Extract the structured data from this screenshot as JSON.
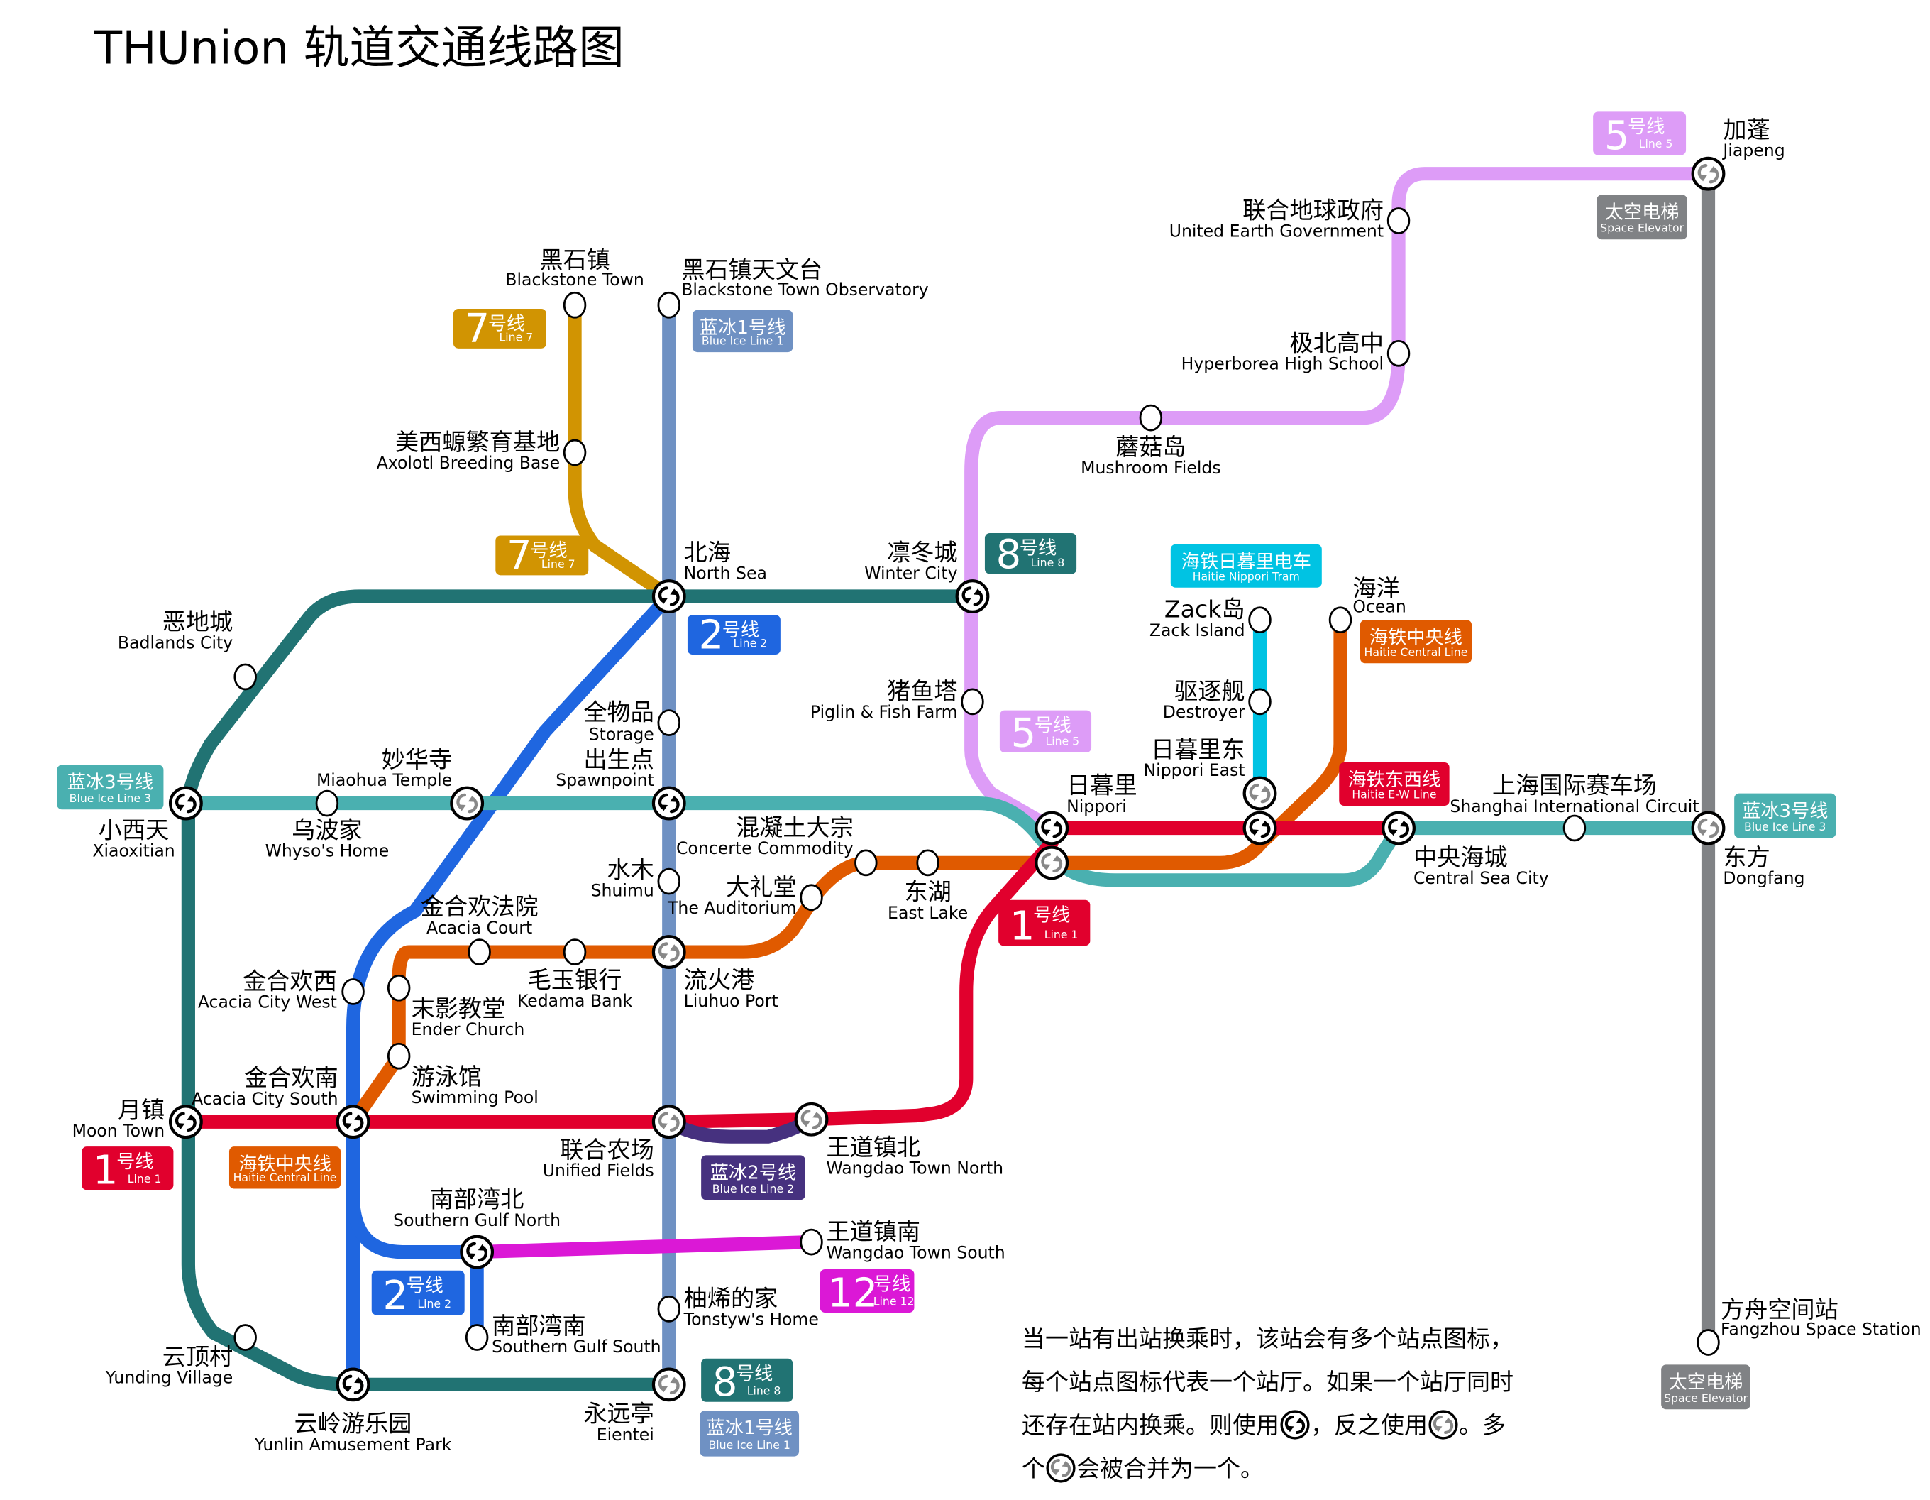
{
  "title": "THUnion 轨道交通线路图",
  "colors": {
    "line1": "#e1002d",
    "line2": "#1f66e0",
    "line5": "#dd9cf7",
    "line7": "#d19402",
    "line8": "#217373",
    "line12": "#db18d6",
    "blue_ice_1": "#6f91c3",
    "blue_ice_2": "#46317f",
    "blue_ice_3": "#4ab0b0",
    "haitie_central": "#e05a00",
    "haitie_ew": "#e1002d",
    "haitie_nippori_tram": "#00c3e3",
    "space_elevator": "#808285",
    "interchange_in": "#000000",
    "interchange_out": "#888888"
  },
  "badges": [
    {
      "id": "l7a",
      "num": "7",
      "zh": "号线",
      "en": "Line 7",
      "color": "#d19402"
    },
    {
      "id": "l7b",
      "num": "7",
      "zh": "号线",
      "en": "Line 7",
      "color": "#d19402"
    },
    {
      "id": "bi1a",
      "num": "",
      "zh": "蓝冰1号线",
      "en": "Blue Ice Line 1",
      "color": "#6f91c3"
    },
    {
      "id": "l2a",
      "num": "2",
      "zh": "号线",
      "en": "Line 2",
      "color": "#1f66e0"
    },
    {
      "id": "l8a",
      "num": "8",
      "zh": "号线",
      "en": "Line 8",
      "color": "#217373"
    },
    {
      "id": "l5a",
      "num": "5",
      "zh": "号线",
      "en": "Line 5",
      "color": "#dd9cf7"
    },
    {
      "id": "l5b",
      "num": "5",
      "zh": "号线",
      "en": "Line 5",
      "color": "#dd9cf7"
    },
    {
      "id": "se1",
      "num": "",
      "zh": "太空电梯",
      "en": "Space Elevator",
      "color": "#808285"
    },
    {
      "id": "se2",
      "num": "",
      "zh": "太空电梯",
      "en": "Space Elevator",
      "color": "#808285"
    },
    {
      "id": "tram",
      "num": "",
      "zh": "海铁日暮里电车",
      "en": "Haitie Nippori Tram",
      "color": "#00c3e3"
    },
    {
      "id": "hcl1",
      "num": "",
      "zh": "海铁中央线",
      "en": "Haitie Central Line",
      "color": "#e05a00"
    },
    {
      "id": "hcl2",
      "num": "",
      "zh": "海铁中央线",
      "en": "Haitie Central Line",
      "color": "#e05a00"
    },
    {
      "id": "hew",
      "num": "",
      "zh": "海铁东西线",
      "en": "Haitie E-W Line",
      "color": "#e1002d"
    },
    {
      "id": "bi3a",
      "num": "",
      "zh": "蓝冰3号线",
      "en": "Blue Ice Line 3",
      "color": "#4ab0b0"
    },
    {
      "id": "bi3b",
      "num": "",
      "zh": "蓝冰3号线",
      "en": "Blue Ice Line 3",
      "color": "#4ab0b0"
    },
    {
      "id": "l1a",
      "num": "1",
      "zh": "号线",
      "en": "Line 1",
      "color": "#e1002d"
    },
    {
      "id": "l1b",
      "num": "1",
      "zh": "号线",
      "en": "Line 1",
      "color": "#e1002d"
    },
    {
      "id": "bi2",
      "num": "",
      "zh": "蓝冰2号线",
      "en": "Blue Ice Line 2",
      "color": "#46317f"
    },
    {
      "id": "l2b",
      "num": "2",
      "zh": "号线",
      "en": "Line 2",
      "color": "#1f66e0"
    },
    {
      "id": "l12",
      "num": "12",
      "zh": "号线",
      "en": "Line 12",
      "color": "#db18d6"
    },
    {
      "id": "l8b",
      "num": "8",
      "zh": "号线",
      "en": "Line 8",
      "color": "#217373"
    },
    {
      "id": "bi1b",
      "num": "",
      "zh": "蓝冰1号线",
      "en": "Blue Ice Line 1",
      "color": "#6f91c3"
    }
  ],
  "stations": [
    {
      "id": "blackstone_town",
      "zh": "黑石镇",
      "en": "Blackstone Town",
      "type": "normal"
    },
    {
      "id": "blackstone_obs",
      "zh": "黑石镇天文台",
      "en": "Blackstone Town Observatory",
      "type": "normal"
    },
    {
      "id": "axolotl",
      "zh": "美西螈繁育基地",
      "en": "Axolotl Breeding Base",
      "type": "normal"
    },
    {
      "id": "north_sea",
      "zh": "北海",
      "en": "North Sea",
      "type": "interchange-in"
    },
    {
      "id": "winter_city",
      "zh": "凛冬城",
      "en": "Winter City",
      "type": "interchange-in"
    },
    {
      "id": "badlands",
      "zh": "恶地城",
      "en": "Badlands City",
      "type": "normal"
    },
    {
      "id": "storage",
      "zh": "全物品",
      "en": "Storage",
      "type": "normal"
    },
    {
      "id": "spawnpoint",
      "zh": "出生点",
      "en": "Spawnpoint",
      "type": "interchange-in"
    },
    {
      "id": "miaohua",
      "zh": "妙华寺",
      "en": "Miaohua Temple",
      "type": "interchange-out"
    },
    {
      "id": "xiaoxitian",
      "zh": "小西天",
      "en": "Xiaoxitian",
      "type": "interchange-in"
    },
    {
      "id": "whyso",
      "zh": "乌波家",
      "en": "Whyso's Home",
      "type": "normal"
    },
    {
      "id": "piglin",
      "zh": "猪鱼塔",
      "en": "Piglin & Fish Farm",
      "type": "normal"
    },
    {
      "id": "concrete",
      "zh": "混凝土大宗",
      "en": "Concerte Commodity",
      "type": "normal"
    },
    {
      "id": "shuimu",
      "zh": "水木",
      "en": "Shuimu",
      "type": "normal"
    },
    {
      "id": "auditorium",
      "zh": "大礼堂",
      "en": "The Auditorium",
      "type": "normal"
    },
    {
      "id": "east_lake",
      "zh": "东湖",
      "en": "East Lake",
      "type": "normal"
    },
    {
      "id": "acacia_court",
      "zh": "金合欢法院",
      "en": "Acacia Court",
      "type": "normal"
    },
    {
      "id": "kedama",
      "zh": "毛玉银行",
      "en": "Kedama Bank",
      "type": "normal"
    },
    {
      "id": "liuhuo",
      "zh": "流火港",
      "en": "Liuhuo Port",
      "type": "interchange-out"
    },
    {
      "id": "acacia_west",
      "zh": "金合欢西",
      "en": "Acacia City West",
      "type": "normal"
    },
    {
      "id": "ender",
      "zh": "末影教堂",
      "en": "Ender Church",
      "type": "normal"
    },
    {
      "id": "swimming",
      "zh": "游泳馆",
      "en": "Swimming Pool",
      "type": "normal"
    },
    {
      "id": "moon_town",
      "zh": "月镇",
      "en": "Moon Town",
      "type": "interchange-in"
    },
    {
      "id": "acacia_south",
      "zh": "金合欢南",
      "en": "Acacia City South",
      "type": "interchange-in"
    },
    {
      "id": "unified",
      "zh": "联合农场",
      "en": "Unified Fields",
      "type": "interchange-out"
    },
    {
      "id": "wangdao_n",
      "zh": "王道镇北",
      "en": "Wangdao Town North",
      "type": "interchange-out"
    },
    {
      "id": "sgn",
      "zh": "南部湾北",
      "en": "Southern Gulf North",
      "type": "interchange-in"
    },
    {
      "id": "wangdao_s",
      "zh": "王道镇南",
      "en": "Wangdao Town South",
      "type": "normal"
    },
    {
      "id": "sgs",
      "zh": "南部湾南",
      "en": "Southern Gulf South",
      "type": "normal"
    },
    {
      "id": "tonstyw",
      "zh": "柚烯的家",
      "en": "Tonstyw's Home",
      "type": "normal"
    },
    {
      "id": "yunding",
      "zh": "云顶村",
      "en": "Yunding Village",
      "type": "normal"
    },
    {
      "id": "yunlin",
      "zh": "云岭游乐园",
      "en": "Yunlin Amusement Park",
      "type": "interchange-in"
    },
    {
      "id": "eientei",
      "zh": "永远亭",
      "en": "Eientei",
      "type": "interchange-out"
    },
    {
      "id": "mushroom",
      "zh": "蘑菇岛",
      "en": "Mushroom Fields",
      "type": "normal"
    },
    {
      "id": "hyperborea",
      "zh": "极北高中",
      "en": "Hyperborea High School",
      "type": "normal"
    },
    {
      "id": "ueg",
      "zh": "联合地球政府",
      "en": "United Earth Government",
      "type": "normal"
    },
    {
      "id": "jiapeng",
      "zh": "加蓬",
      "en": "Jiapeng",
      "type": "interchange-out"
    },
    {
      "id": "nippori",
      "zh": "日暮里",
      "en": "Nippori",
      "type": "interchange-in"
    },
    {
      "id": "nippori_b",
      "zh": "",
      "en": "",
      "type": "interchange-out"
    },
    {
      "id": "zack",
      "zh": "Zack岛",
      "en": "Zack Island",
      "type": "normal"
    },
    {
      "id": "destroyer",
      "zh": "驱逐舰",
      "en": "Destroyer",
      "type": "normal"
    },
    {
      "id": "nippori_east",
      "zh": "日暮里东",
      "en": "Nippori East",
      "type": "interchange-out"
    },
    {
      "id": "nippori_east_b",
      "zh": "",
      "en": "",
      "type": "interchange-in"
    },
    {
      "id": "ocean",
      "zh": "海洋",
      "en": "Ocean",
      "type": "normal"
    },
    {
      "id": "central_sea",
      "zh": "中央海城",
      "en": "Central Sea City",
      "type": "interchange-in"
    },
    {
      "id": "shanghai",
      "zh": "上海国际赛车场",
      "en": "Shanghai International Circuit",
      "type": "normal"
    },
    {
      "id": "dongfang",
      "zh": "东方",
      "en": "Dongfang",
      "type": "interchange-out"
    },
    {
      "id": "fangzhou",
      "zh": "方舟空间站",
      "en": "Fangzhou Space Station",
      "type": "normal"
    }
  ],
  "legend": {
    "line1": "当一站有出站换乘时，该站会有多个站点图标，",
    "line2": "每个站点图标代表一个站厅。如果一个站厅同时",
    "line3a": "还存在站内换乘。则使用",
    "line3b": "，反之使用",
    "line3c": "。多",
    "line4a": "个",
    "line4b": "会被合并为一个。"
  }
}
